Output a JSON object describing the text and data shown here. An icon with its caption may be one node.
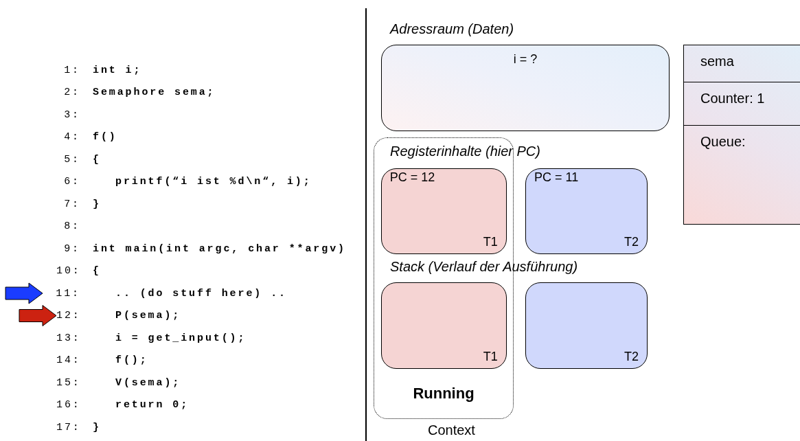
{
  "diagram": {
    "nodes": [
      {
        "text": [
          "1:",
          "int i;"
        ]
      },
      {
        "text": [
          "2:",
          "Semaphore sema;"
        ]
      },
      {
        "text": [
          "3:"
        ]
      },
      {
        "text": [
          "4:",
          "f()"
        ]
      },
      {
        "text": [
          "5:",
          "{"
        ]
      },
      {
        "text": [
          "6:",
          "printf(“i ist %d\\n“, i);"
        ]
      },
      {
        "text": [
          "7:",
          "}"
        ]
      },
      {
        "text": [
          "8:"
        ]
      },
      {
        "text": [
          "9:",
          "int main(int argc, char **argv)"
        ]
      },
      {
        "text": [
          "10:",
          "{"
        ]
      },
      {
        "text": [
          "11:",
          ".. (do stuff here) .."
        ]
      },
      {
        "text": [
          "12:",
          "P(sema);"
        ]
      },
      {
        "text": [
          "13:",
          "i = get_input();"
        ]
      },
      {
        "text": [
          "14:",
          "f();"
        ]
      },
      {
        "text": [
          "15:",
          "V(sema);"
        ]
      },
      {
        "text": [
          "16:",
          "return 0;"
        ]
      },
      {
        "text": [
          "17:",
          "}"
        ]
      },
      {
        "text": [
          "Adressraum (Daten)",
          "i = ?"
        ]
      },
      {
        "text": [
          "sema",
          "Counter: 1",
          "Queue:"
        ]
      },
      {
        "text": [
          "Running"
        ],
        "beside": [
          "Context"
        ]
      },
      {
        "text": [
          "PC = 12",
          "T1"
        ],
        "in": 19
      },
      {
        "text": [
          "PC = 11",
          "T2"
        ]
      },
      {
        "text": [
          "T1"
        ],
        "in": 19
      },
      {
        "text": [
          "T2"
        ]
      }
    ],
    "edges": [
      {
        "from": null,
        "to": 10,
        "arrow": "to",
        "style": "thick",
        "color": "#1a3cff"
      },
      {
        "from": null,
        "to": 11,
        "arrow": "to",
        "style": "thick",
        "color": "#cc2211"
      }
    ],
    "labels": [
      "Registerinhalte (hier PC)",
      "Stack (Verlauf der Ausführung)"
    ]
  }
}
